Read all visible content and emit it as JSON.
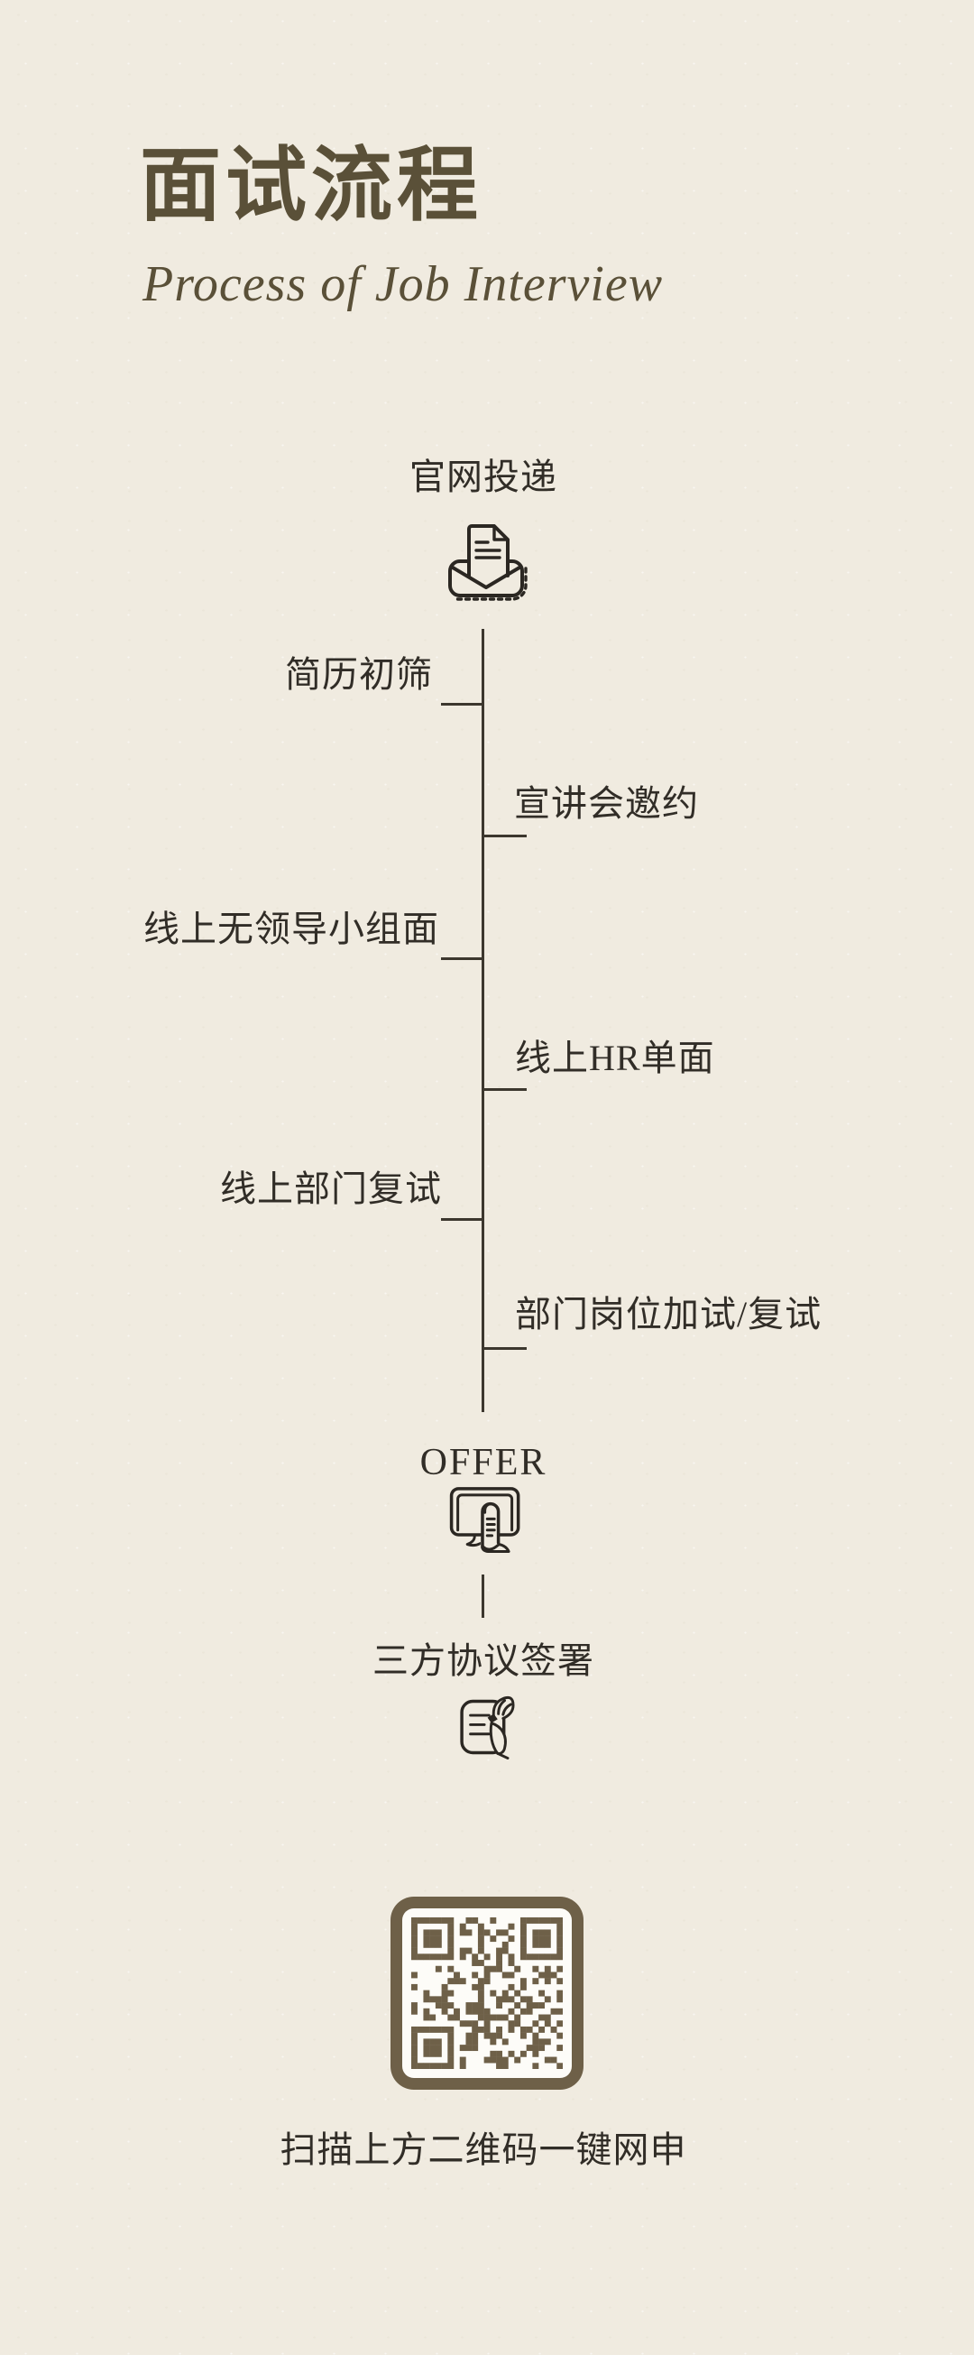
{
  "colors": {
    "background": "#f0ebe0",
    "ink": "#3c372e",
    "heading": "#5a5038",
    "step_text": "#312d27",
    "qr_brown": "#6e6048",
    "qr_paper": "#fdfcf8"
  },
  "header": {
    "title": "面试流程",
    "subtitle": "Process of Job Interview"
  },
  "flow": {
    "start": {
      "label": "官网投递",
      "icon": "envelope-submit-icon"
    },
    "steps": [
      {
        "label": "简历初筛",
        "side": "left"
      },
      {
        "label": "宣讲会邀约",
        "side": "right"
      },
      {
        "label": "线上无领导小组面",
        "side": "left"
      },
      {
        "label": "线上HR单面",
        "side": "right"
      },
      {
        "label": "线上部门复试",
        "side": "left"
      },
      {
        "label": "部门岗位加试/复试",
        "side": "right"
      }
    ],
    "offer": {
      "label": "OFFER",
      "icon": "monitor-offer-icon"
    },
    "signing": {
      "label": "三方协议签署",
      "icon": "contract-signing-icon"
    }
  },
  "qr": {
    "modules": 25,
    "seed": 20240613,
    "fill_ratio": 0.46,
    "color": "#6e6048",
    "frame_color": "#6e6048",
    "caption": "扫描上方二维码一键网申"
  }
}
